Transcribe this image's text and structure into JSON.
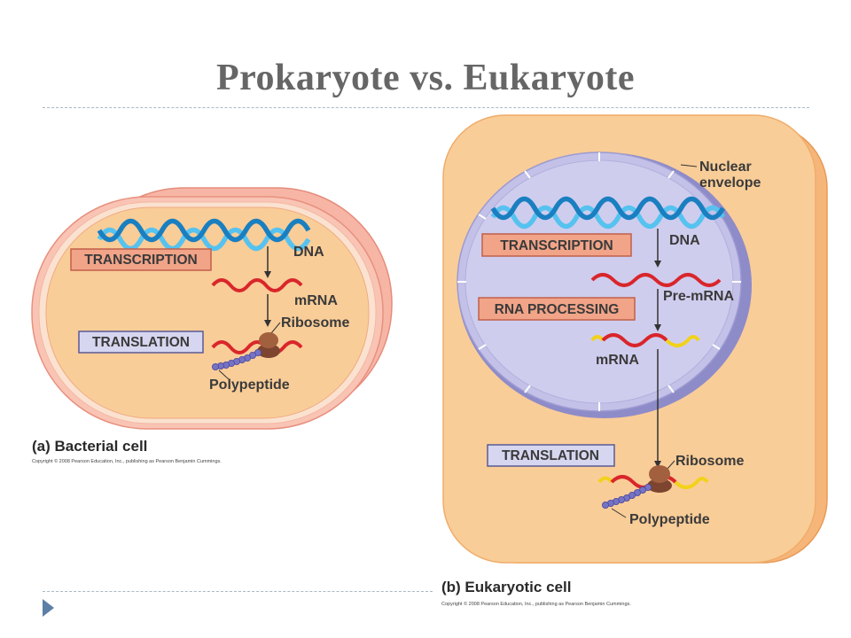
{
  "slide": {
    "title": "Prokaryote vs. Eukaryote"
  },
  "bacterial": {
    "caption": "(a) Bacterial cell",
    "copyright": "Copyright © 2008 Pearson Education, Inc., publishing as Pearson Benjamin Cummings.",
    "processes": {
      "transcription": "TRANSCRIPTION",
      "translation": "TRANSLATION"
    },
    "labels": {
      "dna": "DNA",
      "mrna": "mRNA",
      "ribosome": "Ribosome",
      "polypeptide": "Polypeptide"
    }
  },
  "eukaryotic": {
    "caption": "(b) Eukaryotic cell",
    "copyright": "Copyright © 2008 Pearson Education, Inc., publishing as Pearson Benjamin Cummings.",
    "processes": {
      "transcription": "TRANSCRIPTION",
      "rna_processing": "RNA PROCESSING",
      "translation": "TRANSLATION"
    },
    "labels": {
      "nuclear_envelope_1": "Nuclear",
      "nuclear_envelope_2": "envelope",
      "dna": "DNA",
      "pre_mrna": "Pre-mRNA",
      "mrna": "mRNA",
      "ribosome": "Ribosome",
      "polypeptide": "Polypeptide"
    }
  },
  "colors": {
    "cell_fill": "#f9cd98",
    "cell_edge": "#f0a860",
    "nucleus_fill": "#c9c7ea",
    "nucleus_edge": "#7c79bd",
    "dna_light": "#56c2ef",
    "dna_dark": "#1a7fc0",
    "rna": "#d9262b",
    "rna_cap": "#f2d21a",
    "transcription_box": "#f1a488",
    "translation_box": "#d6d6f0",
    "ribosome": "#9a5a3c",
    "peptide": "#7573c2"
  }
}
